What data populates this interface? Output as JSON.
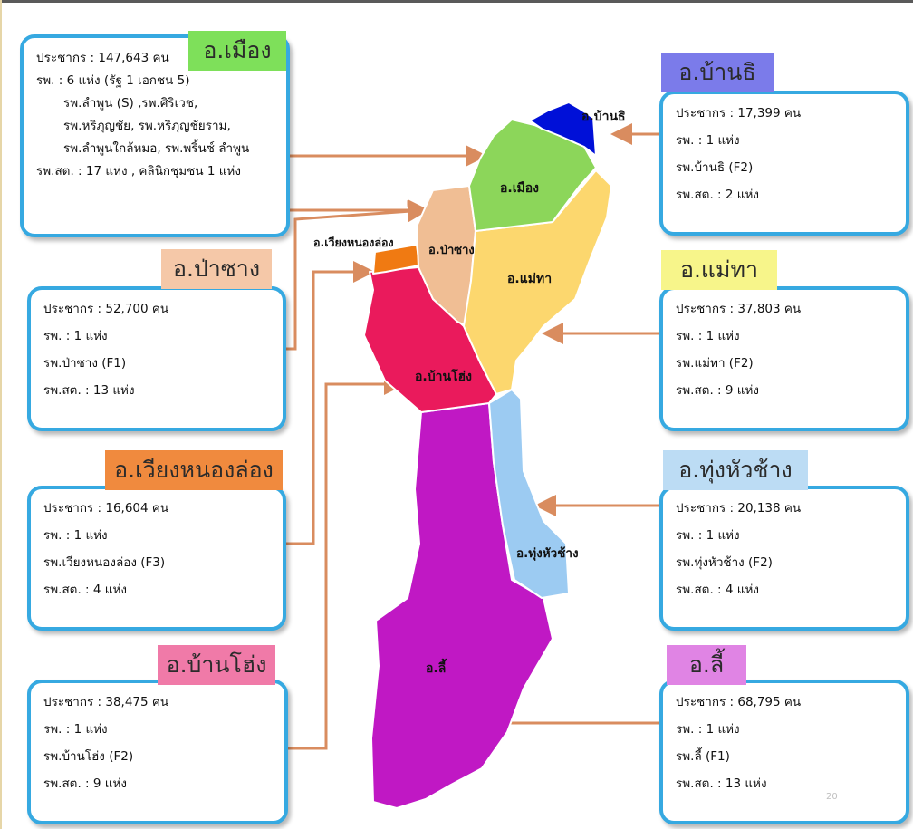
{
  "colors": {
    "box_border": "#36a9e1",
    "arrow": "#d98c5f"
  },
  "districts": {
    "mueang": {
      "tag": "อ.เมือง",
      "tag_color": "#7ee05a",
      "map_label": "อ.เมือง",
      "map_color": "#8cd65a",
      "population": "ประชากร :  147,643 คน",
      "hospitals": "รพ. : 6 แห่ง (รัฐ 1 เอกชน 5)",
      "hospital_names": [
        "รพ.ลำพูน (S) ,รพ.ศิริเวช,",
        "รพ.หริภุญชัย, รพ.หริภุญชัยราม,",
        "รพ.ลำพูนใกล้หมอ, รพ.พริ้นซ์ ลำพูน"
      ],
      "health_centers": "รพ.สต. : 17 แห่ง , คลินิกชุมชน 1 แห่ง"
    },
    "ban_thi": {
      "tag": "อ.บ้านธิ",
      "tag_color": "#7b7bea",
      "map_label": "อ.บ้านธิ",
      "map_color": "#0010d8",
      "population": "ประชากร :  17,399  คน",
      "hospitals": "รพ. : 1 แห่ง",
      "hospital_name": "รพ.บ้านธิ (F2)",
      "health_centers": "รพ.สต. : 2 แห่ง"
    },
    "pa_sang": {
      "tag": "อ.ป่าซาง",
      "tag_color": "#f5c8a8",
      "map_label": "อ.ป่าซาง",
      "map_color": "#f0be94",
      "population": "ประชากร :  52,700  คน",
      "hospitals": "รพ. : 1 แห่ง",
      "hospital_name": "รพ.ป่าซาง (F1)",
      "health_centers": "รพ.สต. : 13 แห่ง"
    },
    "mae_tha": {
      "tag": "อ.แม่ทา",
      "tag_color": "#f7f58a",
      "map_label": "อ.แม่ทา",
      "map_color": "#fcd76e",
      "population": "ประชากร :  37,803  คน",
      "hospitals": "รพ. : 1 แห่ง",
      "hospital_name": "รพ.แม่ทา (F2)",
      "health_centers": "รพ.สต. : 9 แห่ง"
    },
    "wiang_nong_long": {
      "tag": "อ.เวียงหนองล่อง",
      "tag_color": "#f08a3e",
      "map_label": "อ.เวียงหนองล่อง",
      "map_color": "#f07a12",
      "population": "ประชากร :  16,604 คน",
      "hospitals": "รพ. : 1 แห่ง",
      "hospital_name": "รพ.เวียงหนองล่อง (F3)",
      "health_centers": "รพ.สต. : 4 แห่ง"
    },
    "thung_hua_chang": {
      "tag": "อ.ทุ่งหัวช้าง",
      "tag_color": "#bcdcf4",
      "map_label": "อ.ทุ่งหัวช้าง",
      "map_color": "#9ccbf2",
      "population": "ประชากร :  20,138 คน",
      "hospitals": "รพ. : 1 แห่ง",
      "hospital_name": "รพ.ทุ่งหัวช้าง (F2)",
      "health_centers": "รพ.สต. : 4 แห่ง"
    },
    "ban_hong": {
      "tag": "อ.บ้านโฮ่ง",
      "tag_color": "#f07aa8",
      "map_label": "อ.บ้านโฮ่ง",
      "map_color": "#ea1a5c",
      "population": "ประชากร :  38,475 คน",
      "hospitals": "รพ. : 1 แห่ง",
      "hospital_name": "รพ.บ้านโฮ่ง (F2)",
      "health_centers": "รพ.สต. : 9 แห่ง"
    },
    "li": {
      "tag": "อ.ลี้",
      "tag_color": "#e084e4",
      "map_label": "อ.ลี้",
      "map_color": "#c018c4",
      "population": "ประชากร :  68,795 คน",
      "hospitals": "รพ. : 1 แห่ง",
      "hospital_name": "รพ.ลี้ (F1)",
      "health_centers": "รพ.สต. : 13 แห่ง"
    }
  },
  "slide_number": "20"
}
